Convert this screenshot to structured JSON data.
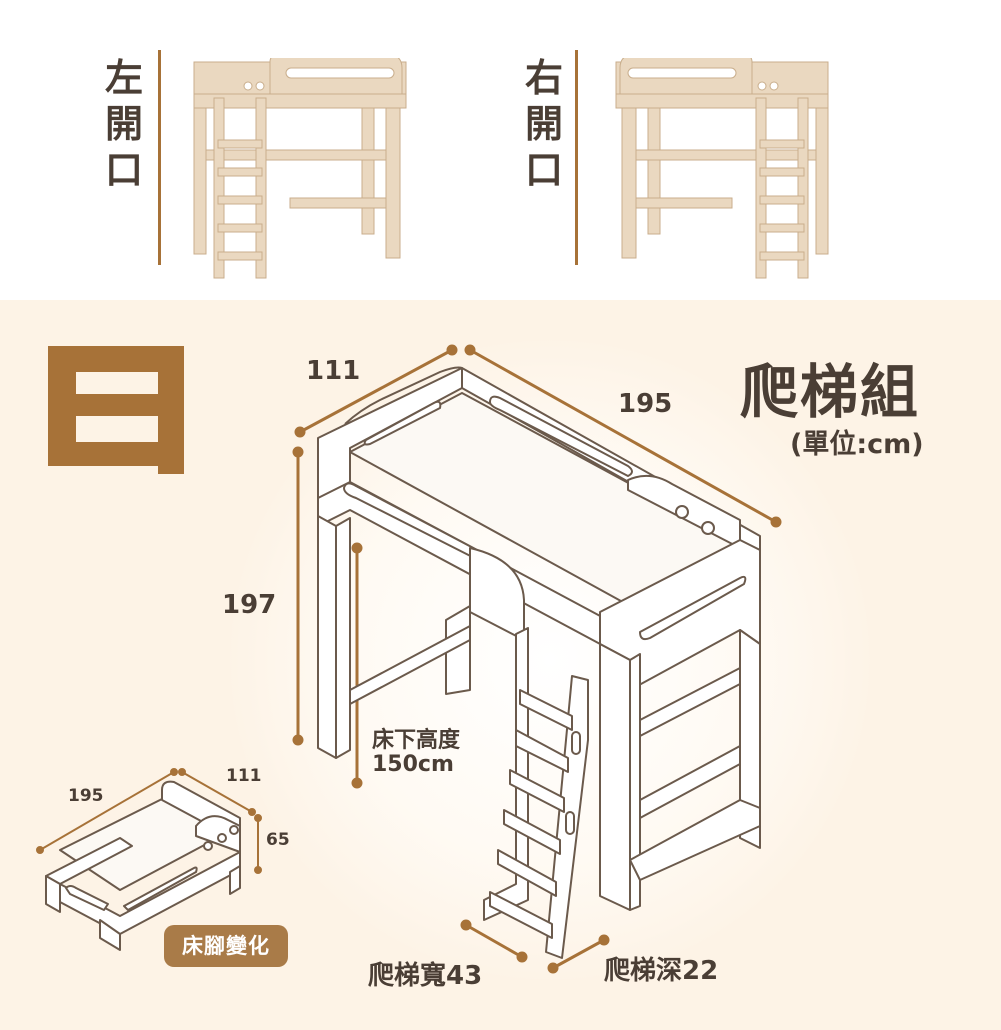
{
  "options": {
    "left": {
      "label": "左開口"
    },
    "right": {
      "label": "右開口"
    }
  },
  "title": "爬梯組",
  "unit": "(單位:cm)",
  "dimensions": {
    "width": "111",
    "length": "195",
    "height": "197",
    "under_bed_label": "床下高度",
    "under_bed_value": "150cm",
    "ladder_width": "爬梯寬43",
    "ladder_depth": "爬梯深22"
  },
  "variant": {
    "length": "195",
    "width": "111",
    "height": "65",
    "tag": "床腳變化"
  },
  "colors": {
    "accent": "#a77238",
    "tag_bg": "#a97b48",
    "bg_bottom": "#fdf3e6",
    "wood": "#e9d7bf",
    "text": "#4a3e35"
  }
}
